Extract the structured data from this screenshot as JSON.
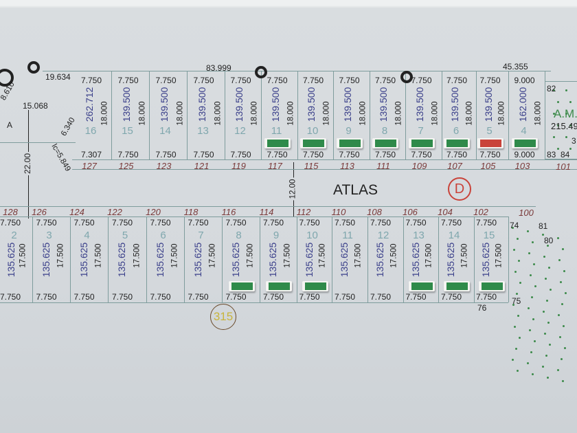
{
  "street": {
    "name": "ATLAS",
    "block_letter": "D",
    "width": "12.00"
  },
  "top_block": {
    "overall_front": "83.999",
    "segment_left": "19.634",
    "segment_right": "45.355",
    "side_left": "8.610",
    "inner_top": "15.068",
    "inner_side": "6.340",
    "curve": "lc=5.849",
    "depth_between": "22.00",
    "corner_label": "A",
    "lots": [
      {
        "n": "16",
        "area": "262.712",
        "front": "7.750",
        "depth": "18.000",
        "back": "7.307",
        "street_no": "127",
        "tag": ""
      },
      {
        "n": "15",
        "area": "139.500",
        "front": "7.750",
        "depth": "18.000",
        "back": "7.750",
        "street_no": "125",
        "tag": ""
      },
      {
        "n": "14",
        "area": "139.500",
        "front": "7.750",
        "depth": "18.000",
        "back": "7.750",
        "street_no": "123",
        "tag": ""
      },
      {
        "n": "13",
        "area": "139.500",
        "front": "7.750",
        "depth": "18.000",
        "back": "7.750",
        "street_no": "121",
        "tag": ""
      },
      {
        "n": "12",
        "area": "139.500",
        "front": "7.750",
        "depth": "18.000",
        "back": "7.750",
        "street_no": "119",
        "tag": ""
      },
      {
        "n": "11",
        "area": "139.500",
        "front": "7.750",
        "depth": "18.000",
        "back": "7.750",
        "street_no": "117",
        "tag": "green"
      },
      {
        "n": "10",
        "area": "139.500",
        "front": "7.750",
        "depth": "18.000",
        "back": "7.750",
        "street_no": "115",
        "tag": "green"
      },
      {
        "n": "9",
        "area": "139.500",
        "front": "7.750",
        "depth": "18.000",
        "back": "7.750",
        "street_no": "113",
        "tag": "green"
      },
      {
        "n": "8",
        "area": "139.500",
        "front": "7.750",
        "depth": "18.000",
        "back": "7.750",
        "street_no": "111",
        "tag": "green"
      },
      {
        "n": "7",
        "area": "139.500",
        "front": "7.750",
        "depth": "18.000",
        "back": "7.750",
        "street_no": "109",
        "tag": "green"
      },
      {
        "n": "6",
        "area": "139.500",
        "front": "7.750",
        "depth": "18.000",
        "back": "7.750",
        "street_no": "107",
        "tag": "green"
      },
      {
        "n": "5",
        "area": "139.500",
        "front": "7.750",
        "depth": "18.000",
        "back": "7.750",
        "street_no": "105",
        "tag": "red"
      },
      {
        "n": "4",
        "area": "162.000",
        "front": "9.000",
        "depth": "18.000",
        "back": "9.000",
        "street_no": "103",
        "tag": "green"
      }
    ],
    "green_area": {
      "label": "A.M.",
      "area": "215.49",
      "pts": [
        "82",
        "83",
        "84",
        "3"
      ],
      "street_no": "101"
    }
  },
  "bottom_block": {
    "lots": [
      {
        "n": "2",
        "area": "135.625",
        "front": "7.750",
        "depth": "17.500",
        "back": "7.750",
        "street_no": "128",
        "tag": ""
      },
      {
        "n": "3",
        "area": "135.625",
        "front": "7.750",
        "depth": "17.500",
        "back": "7.750",
        "street_no": "126",
        "tag": ""
      },
      {
        "n": "4",
        "area": "135.625",
        "front": "7.750",
        "depth": "17.500",
        "back": "7.750",
        "street_no": "124",
        "tag": ""
      },
      {
        "n": "5",
        "area": "135.625",
        "front": "7.750",
        "depth": "17.500",
        "back": "7.750",
        "street_no": "122",
        "tag": ""
      },
      {
        "n": "6",
        "area": "135.625",
        "front": "7.750",
        "depth": "17.500",
        "back": "7.750",
        "street_no": "120",
        "tag": ""
      },
      {
        "n": "7",
        "area": "135.625",
        "front": "7.750",
        "depth": "17.500",
        "back": "7.750",
        "street_no": "118",
        "tag": ""
      },
      {
        "n": "8",
        "area": "135.625",
        "front": "7.750",
        "depth": "17.500",
        "back": "7.750",
        "street_no": "116",
        "tag": "green"
      },
      {
        "n": "9",
        "area": "135.625",
        "front": "7.750",
        "depth": "17.500",
        "back": "7.750",
        "street_no": "114",
        "tag": "green"
      },
      {
        "n": "10",
        "area": "135.625",
        "front": "7.750",
        "depth": "17.500",
        "back": "7.750",
        "street_no": "112",
        "tag": "green"
      },
      {
        "n": "11",
        "area": "135.625",
        "front": "7.750",
        "depth": "17.500",
        "back": "7.750",
        "street_no": "110",
        "tag": ""
      },
      {
        "n": "12",
        "area": "135.625",
        "front": "7.750",
        "depth": "17.500",
        "back": "7.750",
        "street_no": "108",
        "tag": ""
      },
      {
        "n": "13",
        "area": "135.625",
        "front": "7.750",
        "depth": "17.500",
        "back": "7.750",
        "street_no": "106",
        "tag": "green"
      },
      {
        "n": "14",
        "area": "135.625",
        "front": "7.750",
        "depth": "17.500",
        "back": "7.750",
        "street_no": "104",
        "tag": "green"
      },
      {
        "n": "15",
        "area": "135.625",
        "front": "7.750",
        "depth": "17.500",
        "back": "7.750",
        "street_no": "102",
        "tag": "green"
      }
    ],
    "corner": {
      "street_no": "100",
      "pts": [
        "74",
        "81",
        "80",
        "76",
        "75"
      ]
    },
    "circled_label": "315"
  },
  "colors": {
    "tag_green": "#2f8a4a",
    "tag_red": "#c9433a",
    "line": "#7e9c9c"
  }
}
